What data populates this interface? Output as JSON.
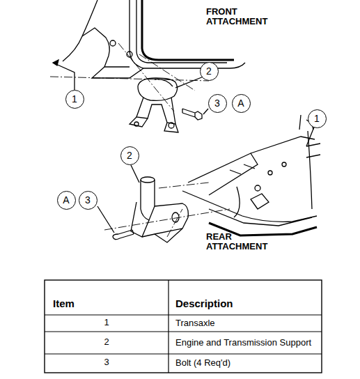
{
  "diagram": {
    "nodes": [
      {
        "text": [
          "2"
        ]
      },
      {
        "text": [
          "1"
        ]
      },
      {
        "text": [
          "3"
        ]
      },
      {
        "text": [
          "A"
        ]
      },
      {
        "text": [
          "1"
        ]
      },
      {
        "text": [
          "2"
        ]
      },
      {
        "text": [
          "A"
        ]
      },
      {
        "text": [
          "3"
        ]
      }
    ],
    "labels": [
      "FRONT ATTACHMENT",
      "REAR ATTACHMENT",
      "Item",
      "Description",
      "1",
      "Transaxle",
      "2",
      "Engine and Transmission Support",
      "3",
      "Bolt (4 Req'd)"
    ]
  }
}
